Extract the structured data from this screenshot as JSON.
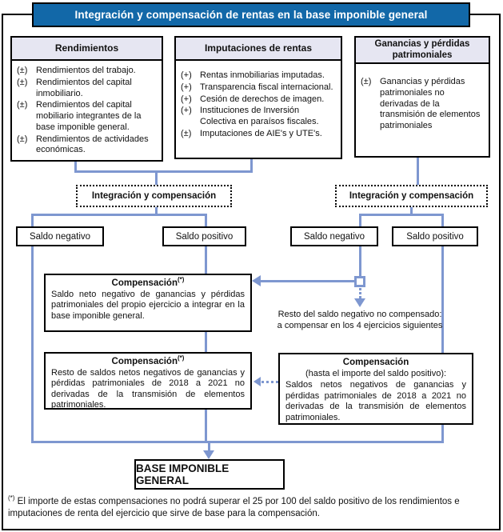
{
  "title": "Integración y compensación de rentas en la base imponible general",
  "colors": {
    "accent_blue": "#1268a8",
    "line_blue": "#7e97d0",
    "header_fill": "#e6e6f2"
  },
  "boxes": {
    "rendimientos": {
      "title": "Rendimientos",
      "items": [
        {
          "sign": "(±)",
          "text": "Rendimientos del trabajo."
        },
        {
          "sign": "(±)",
          "text": "Rendimientos del capital inmobiliario."
        },
        {
          "sign": "(±)",
          "text": "Rendimientos del capital mobiliario integrantes de la base imponible general."
        },
        {
          "sign": "(±)",
          "text": "Rendimientos de actividades económicas."
        }
      ]
    },
    "imputaciones": {
      "title": "Imputaciones de rentas",
      "items": [
        {
          "sign": "(+)",
          "text": "Rentas inmobiliarias imputadas."
        },
        {
          "sign": "(+)",
          "text": "Transparencia fiscal internacional."
        },
        {
          "sign": "(+)",
          "text": "Cesión de derechos de imagen."
        },
        {
          "sign": "(+)",
          "text": "Instituciones de Inversión Colectiva en paraísos fiscales."
        },
        {
          "sign": "(±)",
          "text": "Imputaciones de AIE's y UTE's."
        }
      ]
    },
    "ganancias": {
      "title": "Ganancias y pérdidas patrimoniales",
      "items": [
        {
          "sign": "(±)",
          "text": "Ganancias y pérdidas patrimoniales no derivadas de la transmisión de elementos patrimoniales"
        }
      ]
    }
  },
  "integracion_left": "Integración y compensación",
  "integracion_right": "Integración y compensación",
  "saldos": {
    "left_negative": "Saldo negativo",
    "left_positive": "Saldo positivo",
    "right_negative": "Saldo negativo",
    "right_positive": "Saldo positivo"
  },
  "comp1": {
    "title": "Compensación",
    "mark": "(*)",
    "body": "Saldo neto negativo de ganancias y pérdidas patrimoniales del propio ejercicio a integrar en la base imponible general."
  },
  "comp2": {
    "title": "Compensación",
    "mark": "(*)",
    "body": "Resto de saldos netos negativos de ganancias y pérdidas patrimoniales de 2018 a 2021 no derivadas de la transmisión de elementos patrimoniales."
  },
  "comp3": {
    "title": "Compensación",
    "subtitle": "(hasta el importe del saldo positivo):",
    "body": "Saldos netos negativos de ganancias y pérdidas patrimoniales de 2018 a 2021 no derivadas de la transmisión de elementos patrimoniales."
  },
  "resto_note": "Resto del saldo negativo no compensado: a compensar en los 4 ejercicios siguientes",
  "base_label": "BASE IMPONIBLE GENERAL",
  "footnote": {
    "mark": "(*)",
    "text": "El importe de estas compensaciones no podrá superar el 25 por 100 del saldo positivo de los rendimientos e imputaciones de renta del ejercicio que sirve de base para la compensación."
  }
}
